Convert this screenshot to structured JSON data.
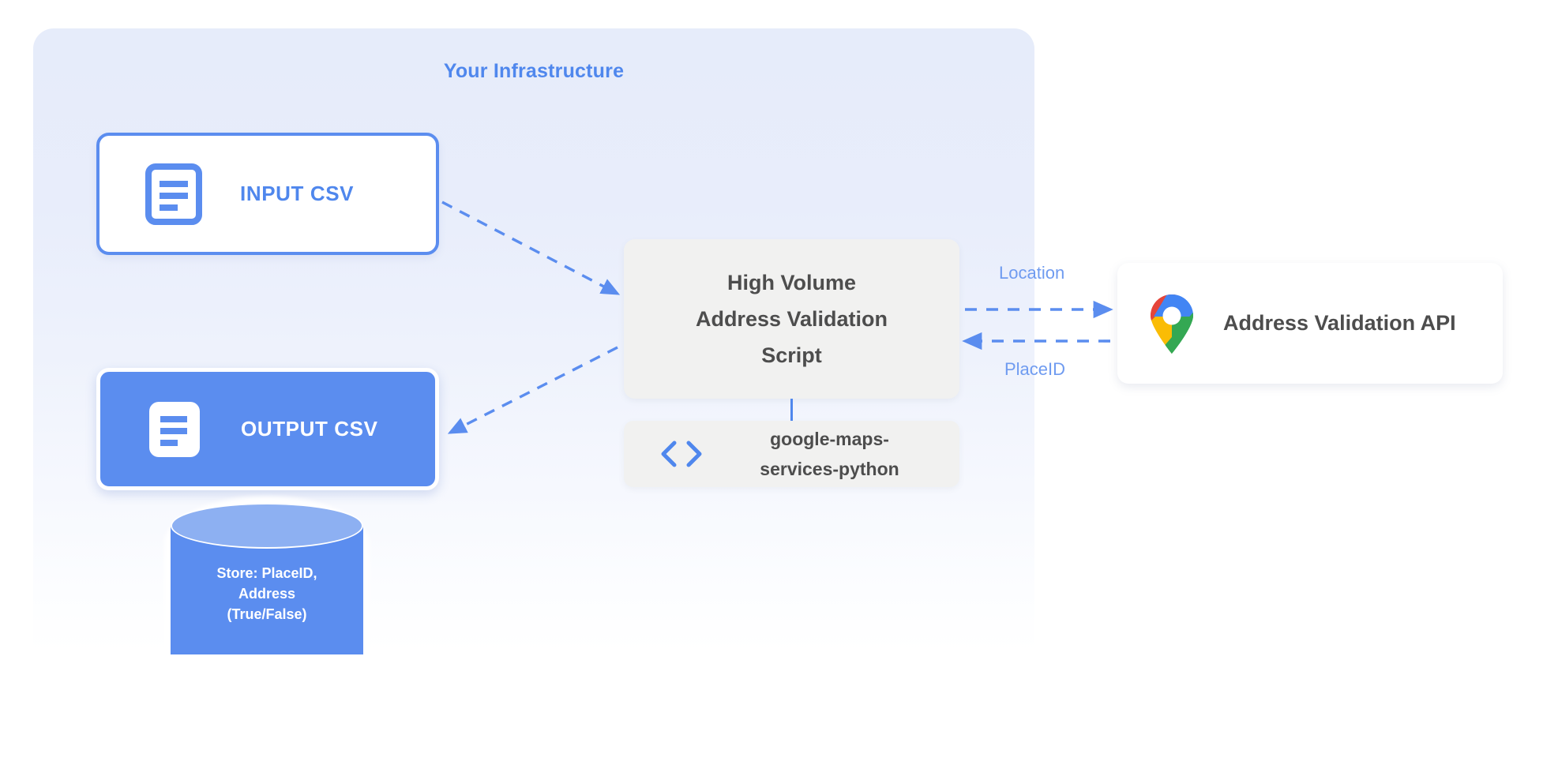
{
  "diagram": {
    "container_title": "Your Infrastructure",
    "accent_blue": "#5b8def",
    "title_blue": "#4f87ed",
    "label_blue": "#6f9bf0",
    "box_gray": "#f1f1f0",
    "text_gray": "#4d4d4d",
    "container_bg": "#e6ecfa"
  },
  "nodes": {
    "input_csv": {
      "label": "INPUT CSV",
      "icon": "document-icon"
    },
    "output_csv": {
      "label": "OUTPUT CSV",
      "icon": "document-icon"
    },
    "database": {
      "line1": "Store: PlaceID,",
      "line2": "Address",
      "line3": "(True/False)",
      "icon": "database-cylinder-icon"
    },
    "script": {
      "line1": "High Volume",
      "line2": "Address Validation",
      "line3": "Script"
    },
    "library": {
      "line1": "google-maps-",
      "line2": "services-python",
      "icon": "code-brackets-icon"
    },
    "api": {
      "label": "Address Validation API",
      "icon": "google-maps-pin-icon"
    }
  },
  "edges": {
    "location_label": "Location",
    "placeid_label": "PlaceID"
  }
}
